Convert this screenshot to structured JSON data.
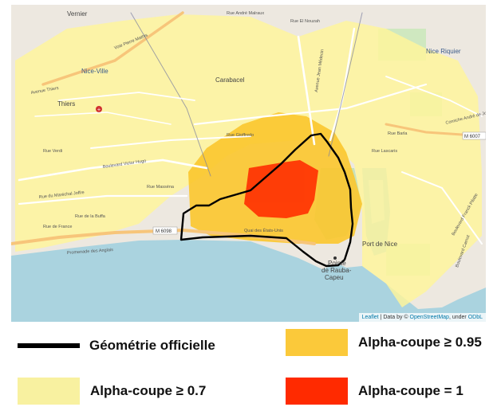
{
  "map": {
    "attribution": {
      "leaflet": "Leaflet",
      "data_by": " | Data by © ",
      "osm": "OpenStreetMap",
      "under": ", under ",
      "odbl": "ODbL"
    },
    "places": {
      "vernier": "Vernier",
      "nice_ville": "Nice-Ville",
      "thiers": "Thiers",
      "carabacel": "Carabacel",
      "nice_riquier": "Nice Riquier",
      "port_de_nice": "Port de Nice",
      "pointe": "Pointe",
      "de_rauba": "de Rauba-",
      "capeu": "Capeu"
    },
    "streets": {
      "rue_andre_malraux": "Rue André Malraux",
      "rue_el_nouzah": "Rue El Nouzah",
      "voie_pierre_mathis": "Voie Pierre Mathis",
      "avenue_thiers": "Avenue Thiers",
      "rue_verdi": "Rue Verdi",
      "boulevard_victor_hugo": "Boulevard Victor Hugo",
      "rue_du_marechal_joffre": "Rue du Maréchal Joffre",
      "rue_de_la_buffa": "Rue de la Buffa",
      "rue_de_france": "Rue de France",
      "rue_barla": "Rue Barla",
      "rue_lascaris": "Rue Lascaris",
      "rue_gioffredo": "Rue Gioffredo",
      "rue_massena": "Rue Masséna",
      "avenue_jean_medecin": "Avenue Jean Médecin",
      "promenade_des_anglais": "Promenade des Anglais",
      "quai_des_etats_unis": "Quai des États-Unis",
      "corniche_andre_de_joly": "Corniche André de Joly",
      "boulevard_carnot": "Boulevard Carnot",
      "boulevard_franck_pilatte": "Boulevard Franck Pilatte",
      "m6098": "M 6098",
      "m6007": "M 6007"
    },
    "colors": {
      "sea": "#aad3df",
      "land": "#ede8e0",
      "alpha_07": "#fff59a",
      "alpha_095": "#fbc62e",
      "alpha_1": "#ff2a00",
      "official": "#000000"
    }
  },
  "legend": {
    "official_geometry": "Géométrie officielle",
    "alpha_095": "Alpha-coupe ≥ 0.95",
    "alpha_07": "Alpha-coupe ≥ 0.7",
    "alpha_1": "Alpha-coupe = 1"
  }
}
